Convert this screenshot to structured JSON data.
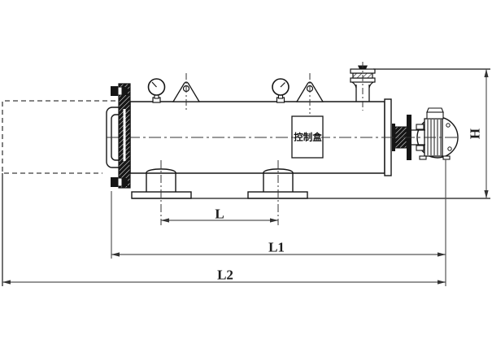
{
  "drawing": {
    "labels": {
      "control_box": "控制盒",
      "dim_saddle_span": "L",
      "dim_body_length": "L1",
      "dim_overall_length": "L2",
      "dim_height": "H"
    },
    "colors": {
      "object_line": "#1a1a1a",
      "dimension_line": "#565656",
      "background": "#ffffff"
    },
    "components": [
      "door-swing-envelope",
      "door-handle",
      "quick-open-flange",
      "tank-shell",
      "pressure-gauge-left",
      "pressure-gauge-right",
      "lifting-lug-left",
      "lifting-lug-right",
      "safety-valve",
      "control-box",
      "rear-end-cap",
      "expansion-joint",
      "pump-motor",
      "saddle-support-left",
      "saddle-support-right"
    ]
  }
}
